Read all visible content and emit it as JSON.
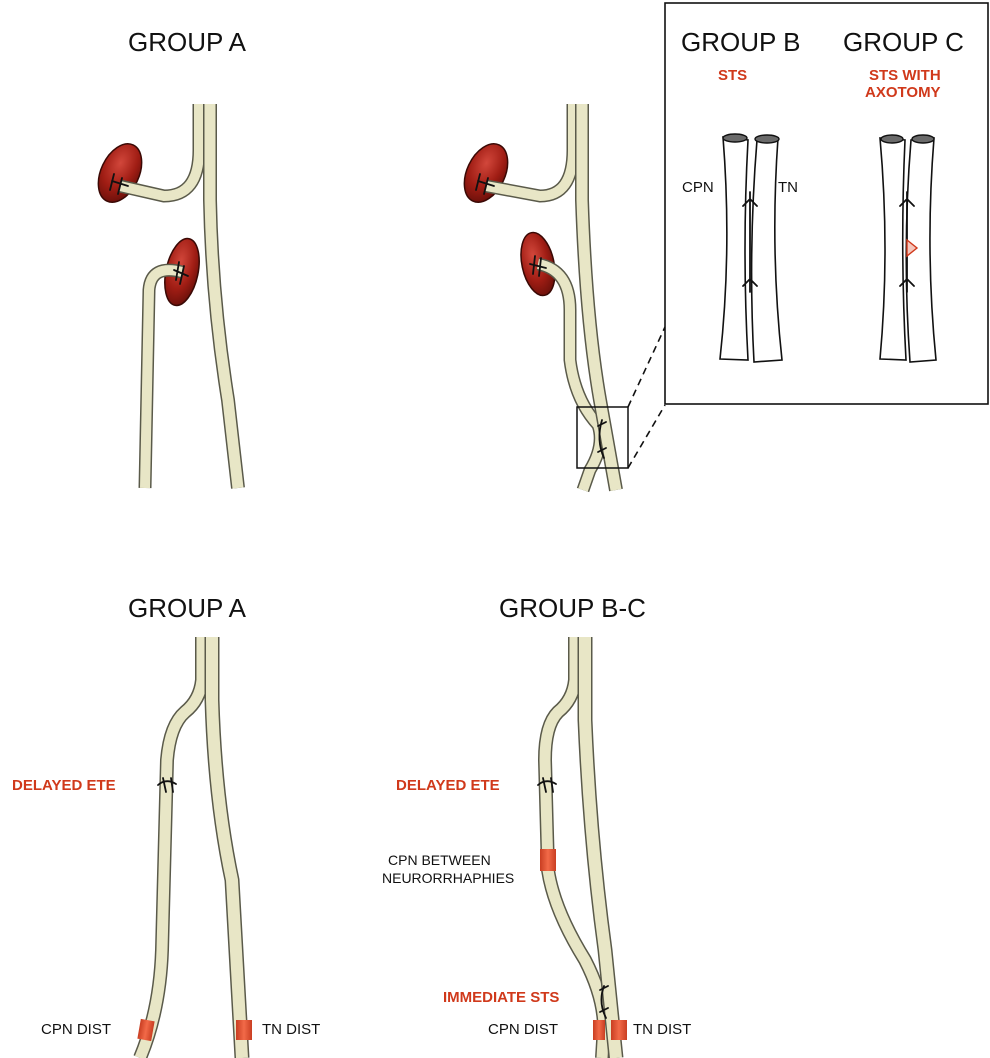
{
  "top_left": {
    "title": "GROUP A"
  },
  "inset": {
    "group_b_title": "GROUP B",
    "group_b_sub": "STS",
    "group_c_title": "GROUP C",
    "group_c_sub_line1": "STS WITH",
    "group_c_sub_line2": "AXOTOMY",
    "left_nerve_label": "CPN",
    "right_nerve_label": "TN"
  },
  "bottom_left": {
    "title": "GROUP A",
    "delayed_label": "DELAYED ETE",
    "cpn_dist_label": "CPN DIST",
    "tn_dist_label": "TN DIST"
  },
  "bottom_right": {
    "title": "GROUP B-C",
    "delayed_label": "DELAYED ETE",
    "between_line1": "CPN BETWEEN",
    "between_line2": "NEURORRHAPHIES",
    "immediate_label": "IMMEDIATE STS",
    "cpn_dist_label": "CPN DIST",
    "tn_dist_label": "TN DIST"
  },
  "colors": {
    "nerve": "#e8e6c6",
    "nerve_outline": "#5a5a4a",
    "muscle": "#9b1b12",
    "highlight_label": "#d0391b",
    "band": "#e8583a"
  }
}
